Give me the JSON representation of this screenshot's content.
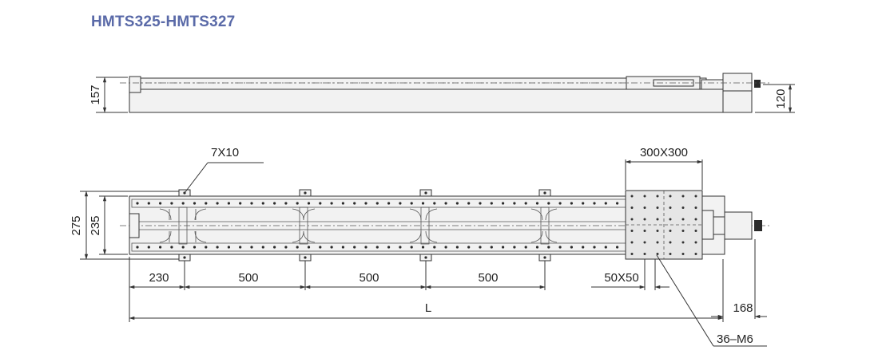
{
  "title": "HMTS325-HMTS327",
  "side_view": {
    "height_label": "157",
    "motor_height_label": "120"
  },
  "top_view": {
    "hole_label": "7X10",
    "table_size_label": "300X300",
    "width_outer_label": "275",
    "width_inner_label": "235",
    "spacing_first": "230",
    "spacing_1": "500",
    "spacing_2": "500",
    "spacing_3": "500",
    "grid_label": "50X50",
    "length_label": "L",
    "motor_length_label": "168",
    "tapped_label": "36–M6"
  }
}
